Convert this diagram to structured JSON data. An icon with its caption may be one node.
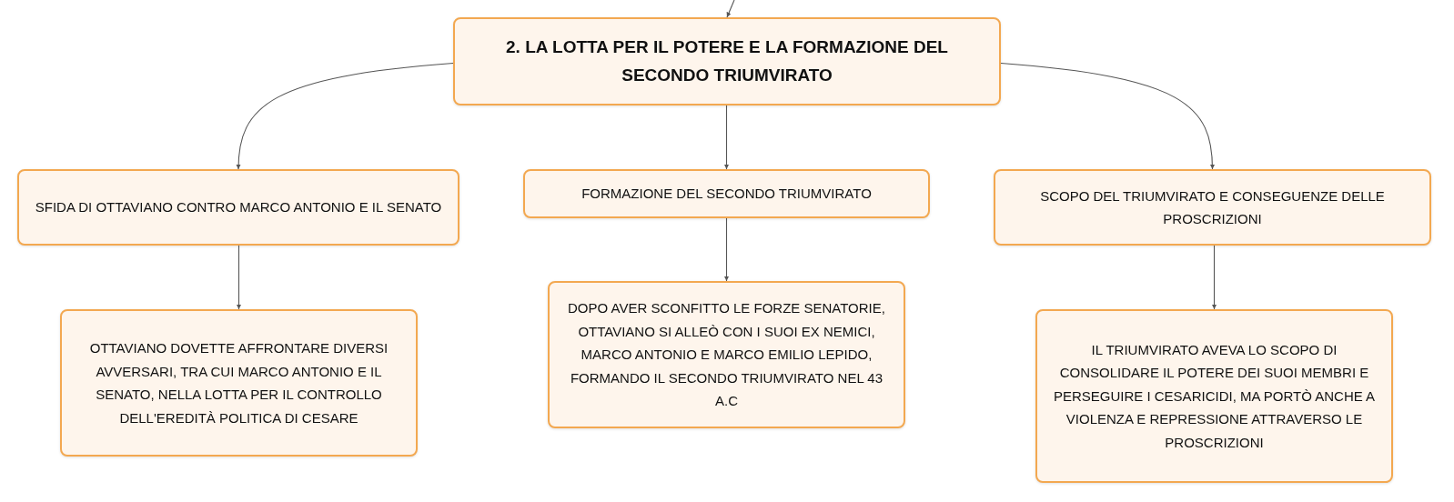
{
  "diagram": {
    "nodes": [
      {
        "text": [
          "2. LA LOTTA PER IL POTERE E LA FORMAZIONE DEL SECONDO TRIUMVIRATO"
        ]
      },
      {
        "text": [
          "SFIDA DI OTTAVIANO CONTRO MARCO ANTONIO E IL SENATO"
        ]
      },
      {
        "text": [
          "FORMAZIONE DEL SECONDO TRIUMVIRATO"
        ]
      },
      {
        "text": [
          "SCOPO DEL TRIUMVIRATO E CONSEGUENZE DELLE PROSCRIZIONI"
        ]
      },
      {
        "text": [
          "OTTAVIANO DOVETTE AFFRONTARE DIVERSI AVVERSARI, TRA CUI MARCO ANTONIO E IL SENATO, NELLA LOTTA PER IL CONTROLLO DELL'EREDITÀ POLITICA DI CESARE"
        ]
      },
      {
        "text": [
          "DOPO AVER SCONFITTO LE FORZE SENATORIE, OTTAVIANO SI ALLEÒ CON I SUOI EX NEMICI, MARCO ANTONIO E MARCO EMILIO LEPIDO, FORMANDO IL SECONDO TRIUMVIRATO NEL 43 A.C"
        ]
      },
      {
        "text": [
          "IL TRIUMVIRATO AVEVA LO SCOPO DI CONSOLIDARE IL POTERE DEI SUOI MEMBRI E PERSEGUIRE I CESARICIDI, MA PORTÒ ANCHE A VIOLENZA E REPRESSIONE ATTRAVERSO LE PROSCRIZIONI"
        ]
      }
    ],
    "edges": [
      {
        "from": null,
        "to": 0,
        "arrow": "to"
      },
      {
        "from": 0,
        "to": 1,
        "arrow": "to"
      },
      {
        "from": 0,
        "to": 2,
        "arrow": "to"
      },
      {
        "from": 0,
        "to": 3,
        "arrow": "to"
      },
      {
        "from": 1,
        "to": 4,
        "arrow": "to"
      },
      {
        "from": 2,
        "to": 5,
        "arrow": "to"
      },
      {
        "from": 3,
        "to": 6,
        "arrow": "to"
      }
    ]
  }
}
